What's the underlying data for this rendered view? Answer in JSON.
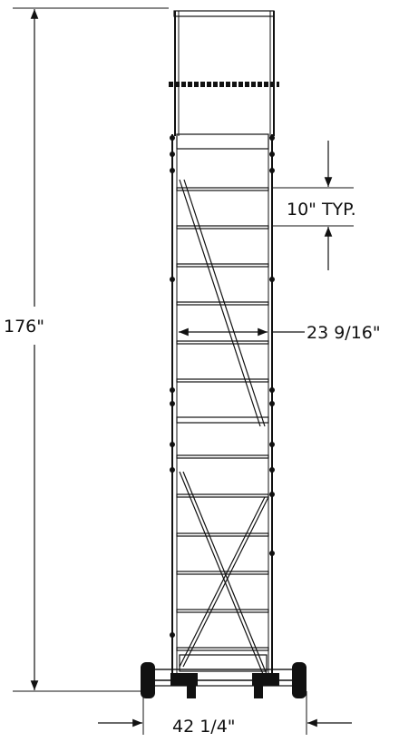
{
  "dimensions": {
    "height": "176\"",
    "rung_spacing": "10\" TYP.",
    "inner_width": "23 9/16\"",
    "base_width": "42 1/4\""
  },
  "colors": {
    "line": "#111111",
    "background": "#ffffff"
  }
}
